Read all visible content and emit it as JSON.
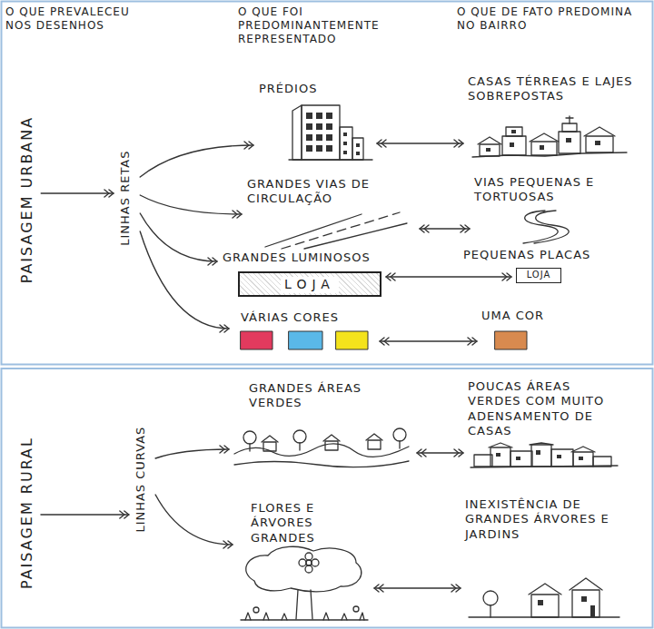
{
  "diagram": {
    "nodes": [
      {
        "text": [
          "PAISAGEM URBANA"
        ]
      },
      {
        "text": [
          "LINHAS RETAS"
        ]
      },
      {
        "text": [
          "PRÉDIOS"
        ]
      },
      {
        "text": [
          "CASAS TÉRREAS E LAJES SOBREPOSTAS"
        ]
      },
      {
        "text": [
          "GRANDES VIAS DE CIRCULAÇÃO"
        ]
      },
      {
        "text": [
          "VIAS PEQUENAS E TORTUOSAS"
        ]
      },
      {
        "text": [
          "GRANDES LUMINOSOS"
        ]
      },
      {
        "text": [
          "LOJA"
        ]
      },
      {
        "text": [
          "PEQUENAS PLACAS"
        ]
      },
      {
        "text": [
          "LOJA"
        ]
      },
      {
        "text": [
          "VÁRIAS CORES"
        ]
      },
      {
        "text": [
          "UMA COR"
        ]
      },
      {
        "text": [
          "PAISAGEM RURAL"
        ]
      },
      {
        "text": [
          "LINHAS CURVAS"
        ]
      },
      {
        "text": [
          "GRANDES ÁREAS VERDES"
        ]
      },
      {
        "text": [
          "POUCAS ÁREAS VERDES COM MUITO ADENSAMENTO DE CASAS"
        ]
      },
      {
        "text": [
          "FLORES E ÁRVORES GRANDES"
        ]
      },
      {
        "text": [
          "INEXISTÊNCIA DE GRANDES ÁRVORES E JARDINS"
        ]
      }
    ],
    "edges": [
      {
        "from": 0,
        "to": 1,
        "arrow": "to"
      },
      {
        "from": 1,
        "to": 2,
        "arrow": "to"
      },
      {
        "from": 1,
        "to": 4,
        "arrow": "to"
      },
      {
        "from": 1,
        "to": 6,
        "arrow": "to"
      },
      {
        "from": 1,
        "to": 10,
        "arrow": "to"
      },
      {
        "from": 2,
        "to": 3,
        "arrow": "both"
      },
      {
        "from": 4,
        "to": 5,
        "arrow": "both"
      },
      {
        "from": 7,
        "to": 9,
        "arrow": "both"
      },
      {
        "from": 10,
        "to": 11,
        "arrow": "both"
      },
      {
        "from": 12,
        "to": 13,
        "arrow": "to"
      },
      {
        "from": 13,
        "to": 14,
        "arrow": "to"
      },
      {
        "from": 13,
        "to": 16,
        "arrow": "to"
      },
      {
        "from": 14,
        "to": 15,
        "arrow": "both"
      },
      {
        "from": 16,
        "to": 17,
        "arrow": "both"
      }
    ],
    "labels": [
      "O QUE PREVALECEU NOS DESENHOS",
      "O QUE FOI PREDOMINANTEMENTE REPRESENTADO",
      "O QUE DE FATO PREDOMINA NO BAIRRO"
    ]
  }
}
